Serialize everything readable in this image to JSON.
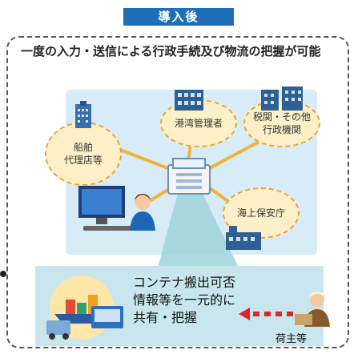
{
  "header": {
    "label": "導入後"
  },
  "description": {
    "text": "一度の入力・送信による行政手続及び物流の把握が可能"
  },
  "nodes": {
    "ship_agent": "船舶\n代理店等",
    "port_manager": "港湾管理者",
    "customs": "税関・その他\n行政機関",
    "coast_guard": "海上保安庁"
  },
  "callout": {
    "text": "コンテナ搬出可否情報等を一元的に共有・把握"
  },
  "shipper": {
    "label": "荷主等"
  },
  "colors": {
    "accent": "#1f6fb8",
    "bubble_fill": "#fdf0c8",
    "bubble_border": "#e6a53b",
    "connector": "#f2b23a",
    "panel": "#c9e6ee",
    "arrow": "#d9252a"
  }
}
